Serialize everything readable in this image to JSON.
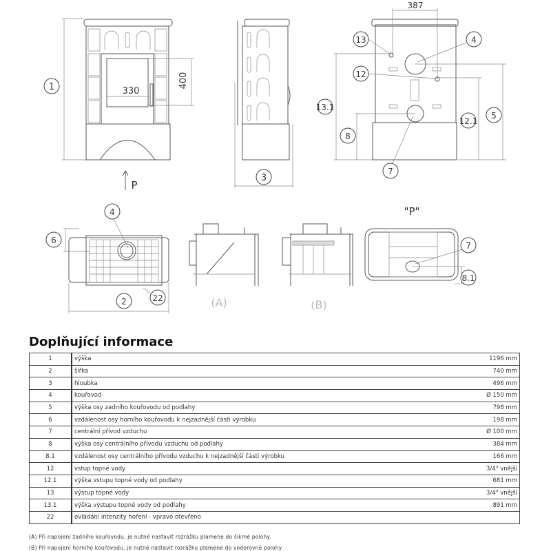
{
  "drawing": {
    "front": {
      "dim_1": "1",
      "dim_width": "330",
      "dim_height": "400",
      "view_arrow": "P"
    },
    "side": {
      "dim_3": "3"
    },
    "rear": {
      "dim_387": "387",
      "c13": "13",
      "c4": "4",
      "c12": "12",
      "c13_1": "13.1",
      "c8": "8",
      "c7": "7",
      "c12_1": "12.1",
      "c5": "5"
    },
    "top": {
      "c4": "4",
      "c6": "6",
      "c2": "2",
      "c22": "22"
    },
    "section_a": "(A)",
    "section_b": "(B)",
    "view_p": {
      "title": "\"P\"",
      "c7": "7",
      "c8_1": "8.1"
    }
  },
  "heading": "Doplňující informace",
  "rows": [
    {
      "num": "1",
      "desc": "výška",
      "value": "1196 mm"
    },
    {
      "num": "2",
      "desc": "šířka",
      "value": "740 mm"
    },
    {
      "num": "3",
      "desc": "hloubka",
      "value": "496 mm"
    },
    {
      "num": "4",
      "desc": "kouřovod",
      "value": "Ø 150 mm"
    },
    {
      "num": "5",
      "desc": "výška osy zadního kouřovodu od podlahy",
      "value": "798 mm"
    },
    {
      "num": "6",
      "desc": "vzdálenost osy horního kouřovodu k nejzadnější části výrobku",
      "value": "198 mm"
    },
    {
      "num": "7",
      "desc": "centrální přívod vzduchu",
      "value": "Ø 100 mm"
    },
    {
      "num": "8",
      "desc": "výška osy centrálního přívodu vzduchu od podlahy",
      "value": "384 mm"
    },
    {
      "num": "8.1",
      "desc": "vzdálenost osy centrálního přívodu vzduchu k nejzadnější části výrobku",
      "value": "166 mm"
    },
    {
      "num": "12",
      "desc": "vstup topné vody",
      "value": "3/4\" vnější"
    },
    {
      "num": "12.1",
      "desc": "výška vstupu topné vody od podlahy",
      "value": "681 mm"
    },
    {
      "num": "13",
      "desc": "výstup topné vody",
      "value": "3/4\" vnější"
    },
    {
      "num": "13.1",
      "desc": "výška výstupu topné vody od podlahy",
      "value": "891 mm"
    },
    {
      "num": "22",
      "desc": "ovládání intenzity hoření - vpravo otevřeno",
      "value": ""
    }
  ],
  "notes": [
    "(A) Při napojení zadního kouřovodu, je nutné nastavit rozrážku plamene do šikmé polohy.",
    "(B) Při napojení horního kouřovodu, je nutné nastavit rozrážku plamene do vodorovné polohy."
  ]
}
